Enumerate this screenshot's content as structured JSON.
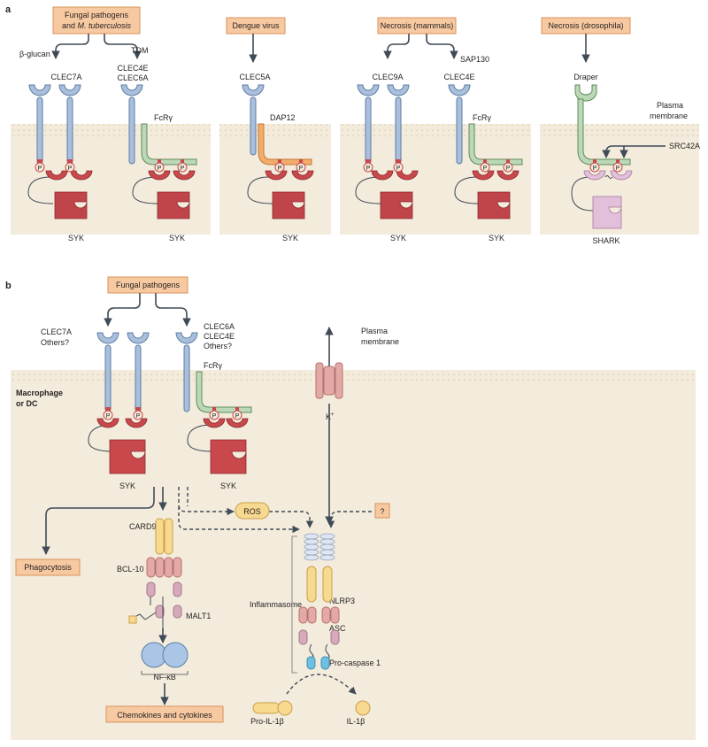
{
  "panel_a": {
    "label": "a",
    "stimuli": {
      "fungal_line1": "Fungal pathogens",
      "fungal_line2_prefix": "and ",
      "fungal_line2_italic": "M. tuberculosis",
      "dengue": "Dengue virus",
      "necrosis_mammals": "Necrosis (mammals)",
      "necrosis_drosophila": "Necrosis (drosophila)"
    },
    "ligands": {
      "beta_glucan": "β-glucan",
      "tdm": "TDM",
      "sap130": "SAP130"
    },
    "receptors": {
      "clec7a": "CLEC7A",
      "clec4e": "CLEC4E",
      "clec6a": "CLEC6A",
      "clec5a": "CLEC5A",
      "clec9a": "CLEC9A",
      "clec4e_2": "CLEC4E",
      "draper": "Draper"
    },
    "adaptors": {
      "fcrg": "FcRγ",
      "dap12": "DAP12",
      "fcrg_2": "FcRγ"
    },
    "kinases": {
      "syk": "SYK",
      "shark": "SHARK",
      "src42a": "SRC42A"
    },
    "membrane_line1": "Plasma",
    "membrane_line2": "membrane",
    "phospho": "P"
  },
  "panel_b": {
    "label": "b",
    "fungal": "Fungal pathogens",
    "receptors_left_1": "CLEC7A",
    "receptors_left_2": "Others?",
    "receptors_right_1": "CLEC6A",
    "receptors_right_2": "CLEC4E",
    "receptors_right_3": "Others?",
    "fcrg": "FcRγ",
    "cell_line1": "Macrophage",
    "cell_line2": "or DC",
    "membrane_line1": "Plasma",
    "membrane_line2": "membrane",
    "k_ion": "K",
    "k_charge": "+",
    "syk": "SYK",
    "ros": "ROS",
    "unknown": "?",
    "card9": "CARD9",
    "bcl10": "BCL-10",
    "malt1": "MALT1",
    "nfkb": "NF-κB",
    "phagocytosis": "Phagocytosis",
    "chemokines": "Chemokines and cytokines",
    "nlrp3": "NLRP3",
    "asc": "ASC",
    "inflammasome": "Inflammasome",
    "pro_caspase": "Pro-caspase 1",
    "pro_il1b": "Pro-IL-1β",
    "il1b": "IL-1β"
  },
  "colors": {
    "box_fill": "#f7c9a1",
    "box_stroke": "#d9925a",
    "cell_bg": "#f3ebdb",
    "receptor_blue": "#a9bfdb",
    "receptor_stroke": "#5d7ea6",
    "fcrg_green": "#bcd8b8",
    "dap12_orange": "#f2ad6b",
    "syk_red": "#c0454a",
    "phospho_red": "#c8484c",
    "shark_pink": "#e2bfda",
    "card9_yellow": "#f7d990",
    "bcl_pink": "#e3a9a6",
    "nfkb_blue": "#a9c6e6",
    "caspase_blue": "#6fc0e0",
    "arrow": "#3f4b57"
  }
}
